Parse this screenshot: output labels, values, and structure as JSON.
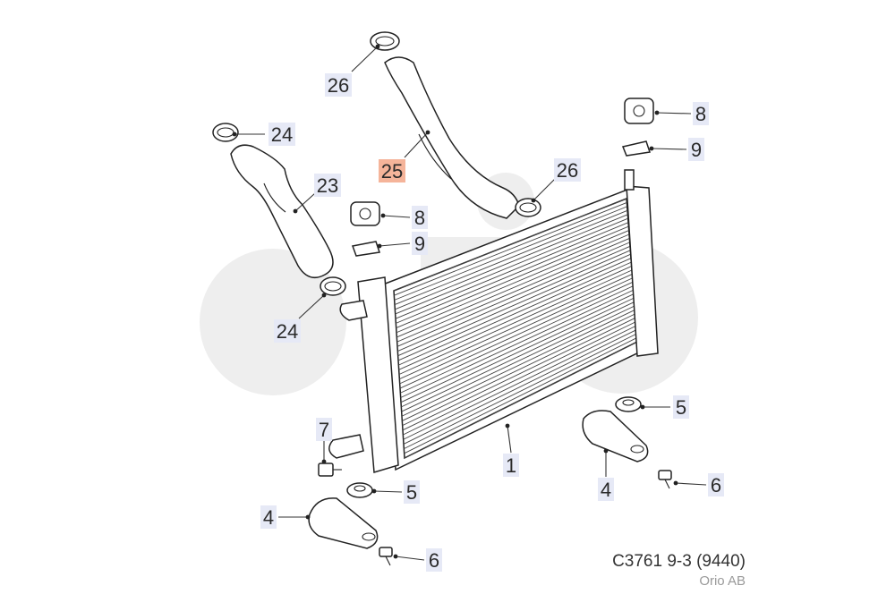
{
  "diagram": {
    "reference": "C3761 9-3 (9440)",
    "brand": "Orio AB",
    "highlight_color": "#f5b49a",
    "label_bg_color": "#e6e9f6",
    "callouts": [
      {
        "id": "c26a",
        "label": "26"
      },
      {
        "id": "c24a",
        "label": "24"
      },
      {
        "id": "c23",
        "label": "23"
      },
      {
        "id": "c25",
        "label": "25",
        "highlighted": true
      },
      {
        "id": "c26b",
        "label": "26"
      },
      {
        "id": "c8a",
        "label": "8"
      },
      {
        "id": "c9a",
        "label": "9"
      },
      {
        "id": "c8b",
        "label": "8"
      },
      {
        "id": "c9b",
        "label": "9"
      },
      {
        "id": "c24b",
        "label": "24"
      },
      {
        "id": "c5a",
        "label": "5"
      },
      {
        "id": "c7",
        "label": "7"
      },
      {
        "id": "c1",
        "label": "1"
      },
      {
        "id": "c4a",
        "label": "4"
      },
      {
        "id": "c6a",
        "label": "6"
      },
      {
        "id": "c5b",
        "label": "5"
      },
      {
        "id": "c4b",
        "label": "4"
      },
      {
        "id": "c6b",
        "label": "6"
      }
    ]
  }
}
